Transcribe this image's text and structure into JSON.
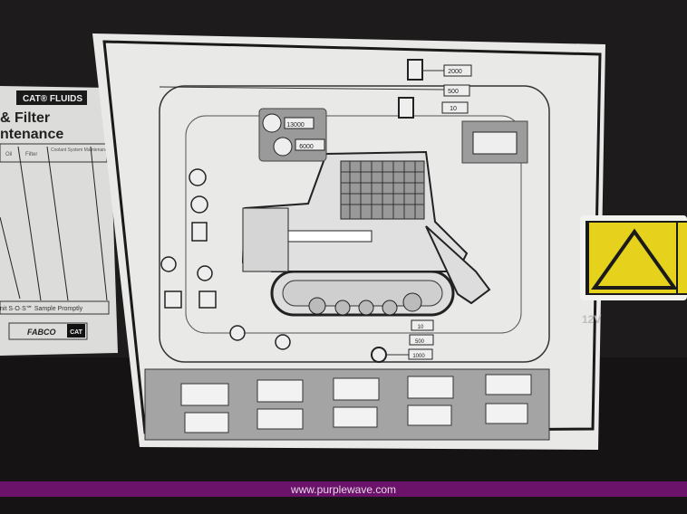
{
  "left_label": {
    "header": "CAT® FLUIDS",
    "title_line1": "& Filter",
    "title_line2": "ntenance",
    "columns": [
      "Oil",
      "Filter",
      "Coolant System Maintenance*"
    ],
    "footer": "nit S·O·S℠ Sample Promptly",
    "brand": "FABCO",
    "brand_logo": "CAT"
  },
  "decal": {
    "upper_intervals": [
      "2000",
      "500",
      "10"
    ],
    "engine_intervals": [
      "13000",
      "6000"
    ],
    "lower_intervals": [
      "10",
      "500",
      "1000"
    ],
    "manual_icon": "book-wrench-icon"
  },
  "warning_label": {
    "icon": "warning-triangle-icon",
    "color": "#e6d21c",
    "voltage": "12V"
  },
  "watermark": {
    "text": "www.purplewave.com",
    "color": "#6b136b"
  }
}
